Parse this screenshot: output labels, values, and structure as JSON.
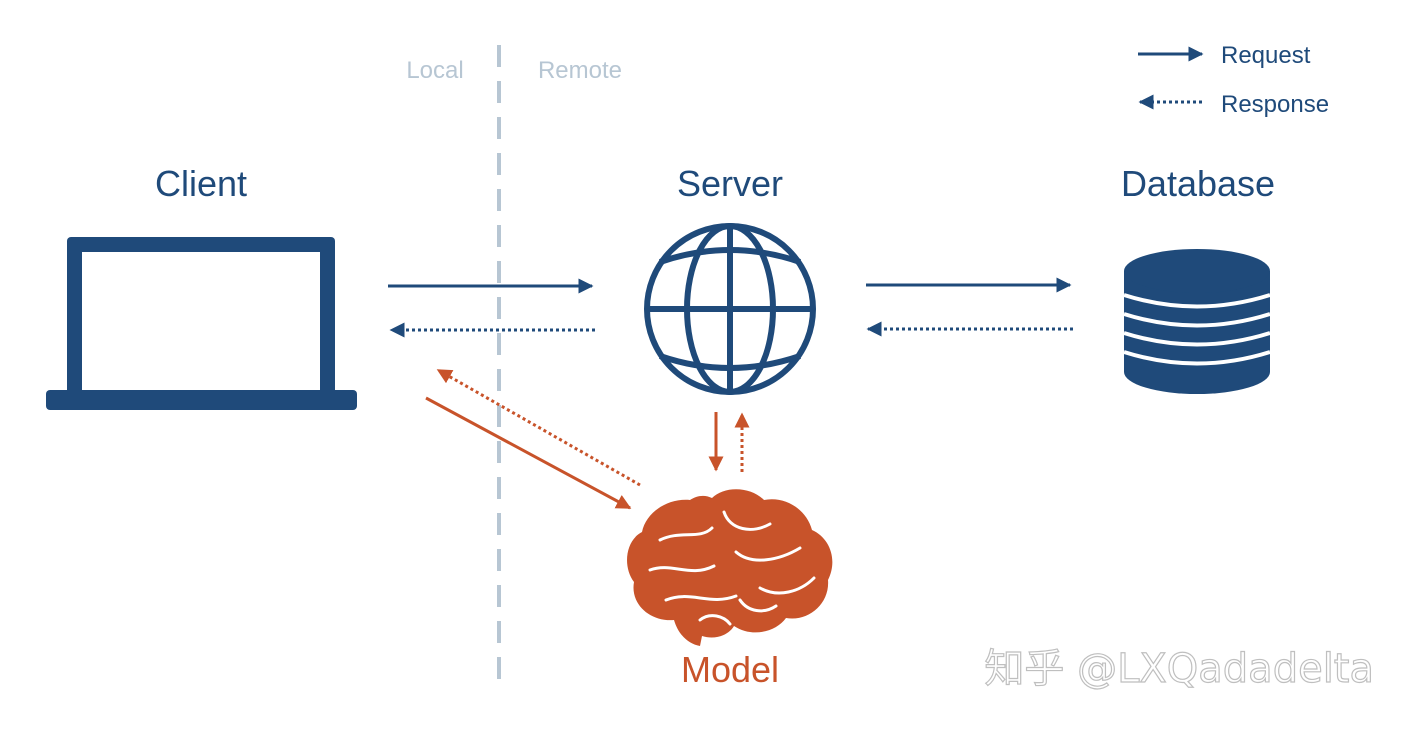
{
  "colors": {
    "primary": "#1f4a7a",
    "accent": "#c8532a",
    "divider": "#b7c6d3",
    "watermark": "#bfbfbf"
  },
  "zones": {
    "local": "Local",
    "remote": "Remote"
  },
  "legend": {
    "request": "Request",
    "response": "Response"
  },
  "nodes": {
    "client": {
      "label": "Client",
      "icon": "laptop-icon"
    },
    "server": {
      "label": "Server",
      "icon": "globe-icon"
    },
    "database": {
      "label": "Database",
      "icon": "database-icon"
    },
    "model": {
      "label": "Model",
      "icon": "brain-icon"
    }
  },
  "watermark": "知乎 @LXQadadelta"
}
